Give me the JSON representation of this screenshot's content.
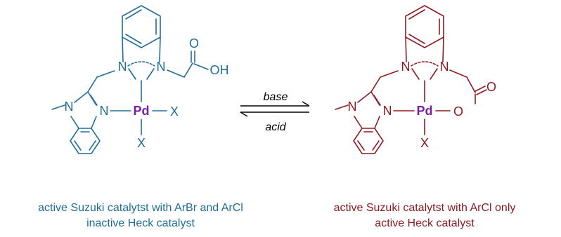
{
  "colors": {
    "left": "#1f6e99",
    "right": "#8e1b24",
    "pd": "#7a1fa2",
    "arrow": "#000000"
  },
  "atoms": {
    "N": "N",
    "O": "O",
    "OH": "OH",
    "Pd": "Pd",
    "X": "X"
  },
  "conditions": {
    "forward": "base",
    "reverse": "acid"
  },
  "captions": {
    "left": [
      "active Suzuki catalytst with ArBr and ArCl",
      "inactive Heck catalyst"
    ],
    "right": [
      "active Suzuki catalytst with ArCl only",
      "active Heck catalyst"
    ]
  }
}
